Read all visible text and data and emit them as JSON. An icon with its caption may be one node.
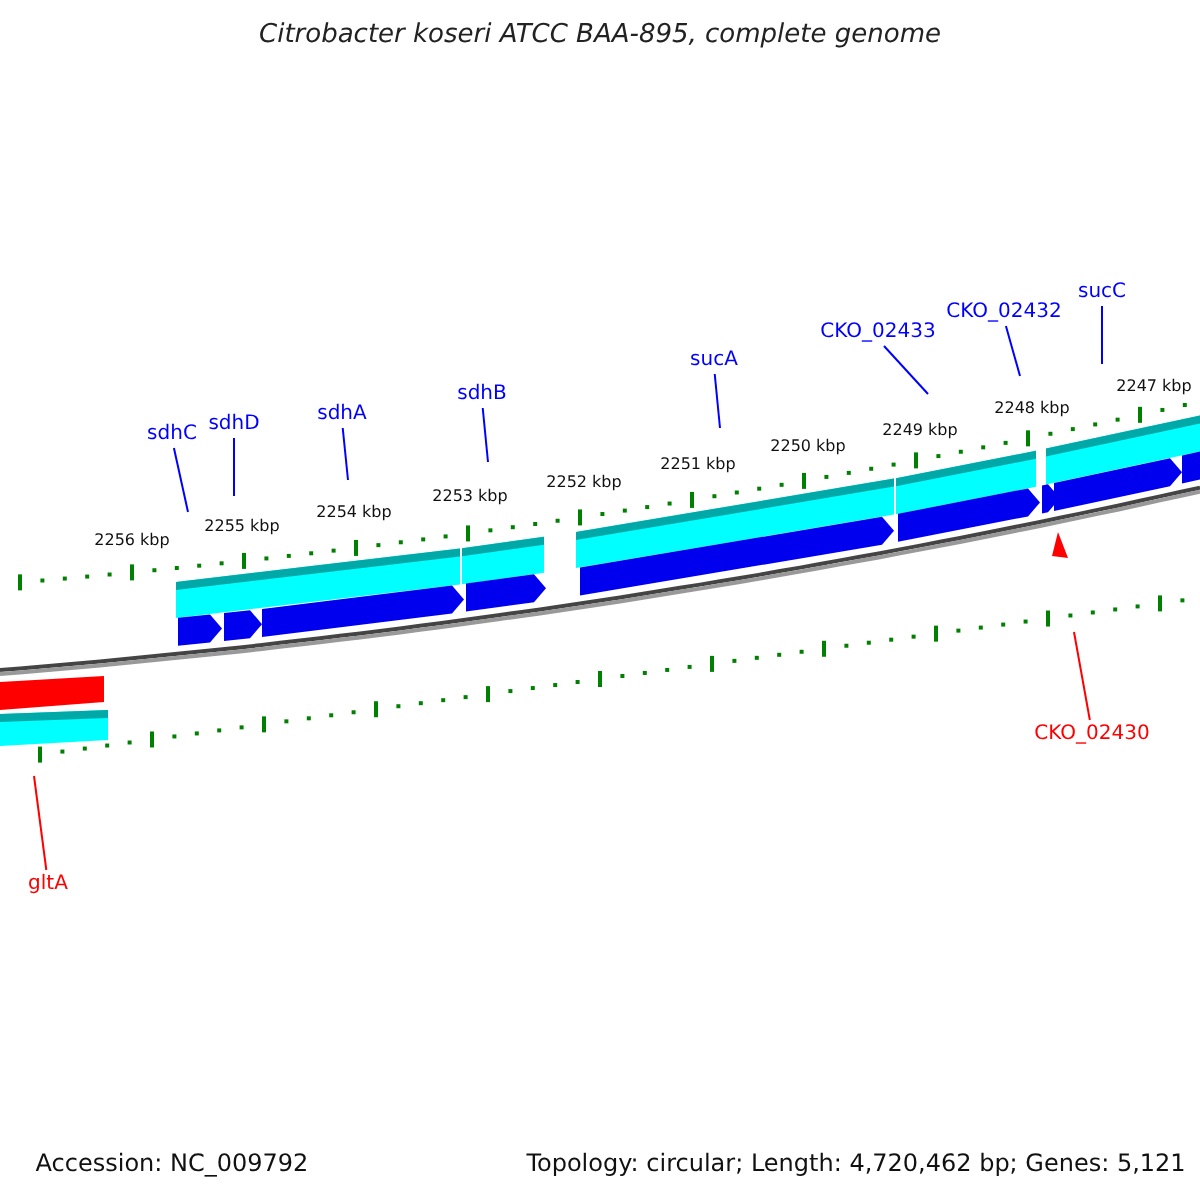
{
  "diagram": {
    "title": "Citrobacter koseri ATCC BAA-895, complete genome",
    "nodes": [
      {
        "text": [
          "sdhC"
        ]
      },
      {
        "text": [
          "sdhD"
        ]
      },
      {
        "text": [
          "sdhA"
        ]
      },
      {
        "text": [
          "sdhB"
        ]
      },
      {
        "text": [
          "sucA"
        ]
      },
      {
        "text": [
          "CKO_02433"
        ]
      },
      {
        "text": [
          "CKO_02432"
        ]
      },
      {
        "text": [
          "sucC"
        ]
      },
      {
        "text": [
          "gltA"
        ]
      },
      {
        "text": [
          "CKO_02430"
        ]
      }
    ],
    "edges": [
      {
        "from": 0,
        "to": null,
        "arrow": "none"
      },
      {
        "from": 1,
        "to": null,
        "arrow": "none"
      },
      {
        "from": 2,
        "to": null,
        "arrow": "none"
      },
      {
        "from": 3,
        "to": null,
        "arrow": "none"
      },
      {
        "from": 4,
        "to": null,
        "arrow": "none"
      },
      {
        "from": 5,
        "to": null,
        "arrow": "none"
      },
      {
        "from": 6,
        "to": null,
        "arrow": "none"
      },
      {
        "from": 7,
        "to": null,
        "arrow": "none"
      },
      {
        "from": 8,
        "to": null,
        "arrow": "none",
        "color": "#ff0000"
      },
      {
        "from": 9,
        "to": null,
        "arrow": "none",
        "color": "#ff0000"
      }
    ],
    "labels": [
      "2256 kbp",
      "2255 kbp",
      "2254 kbp",
      "2253 kbp",
      "2252 kbp",
      "2251 kbp",
      "2250 kbp",
      "2249 kbp",
      "2248 kbp",
      "2247 kbp",
      "Accession: NC_009792",
      "Topology: circular; Length: 4,720,462 bp; Genes: 5,121"
    ]
  }
}
